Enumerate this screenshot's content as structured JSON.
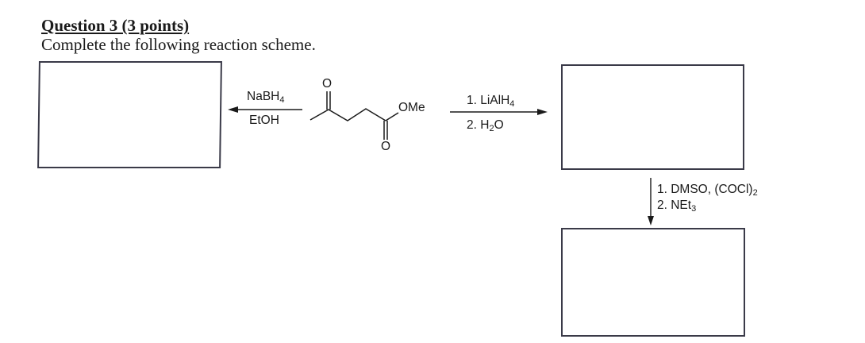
{
  "question": {
    "title": "Question 3 (3 points)",
    "prompt": "Complete the following reaction scheme."
  },
  "reaction_scheme": {
    "starting_material": {
      "name": "methyl 4-oxopentanoate",
      "label_ome": "OMe",
      "label_ketone_o": "O",
      "label_ester_o": "O"
    },
    "left_step": {
      "reagent_top": "NaBH",
      "reagent_top_sub": "4",
      "reagent_bottom": "EtOH",
      "direction": "left"
    },
    "right_step": {
      "line1_prefix": "1. LiAlH",
      "line1_sub": "4",
      "line2_prefix": "2. H",
      "line2_sub": "2",
      "line2_suffix": "O",
      "direction": "right"
    },
    "down_step": {
      "line1_prefix": "1. DMSO, (COCl)",
      "line1_sub": "2",
      "line2_prefix": "2. NEt",
      "line2_sub": "3",
      "direction": "down"
    },
    "answer_boxes": [
      "left-product",
      "right-product",
      "bottom-product"
    ]
  },
  "colors": {
    "ink": "#1a1a1a",
    "box_border": "#3a3a48",
    "background": "#ffffff"
  }
}
